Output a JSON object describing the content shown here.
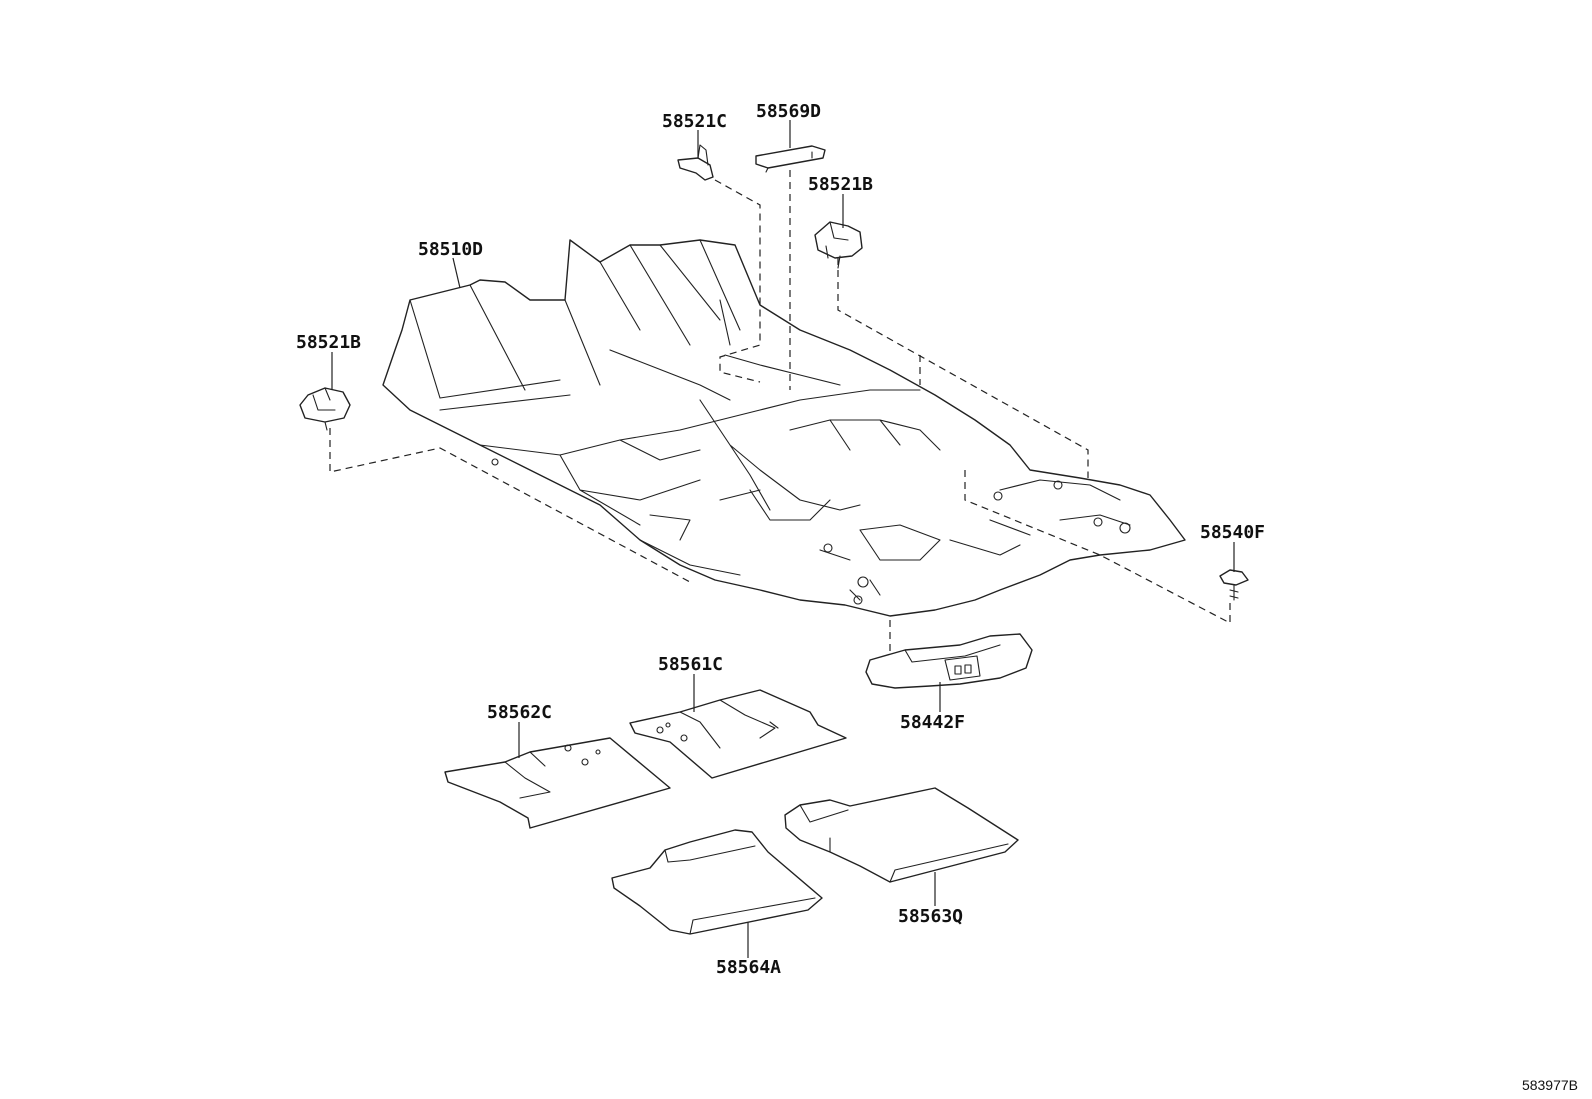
{
  "diagram": {
    "line_color": "#222222",
    "background": "#ffffff",
    "parts": [
      {
        "id": "p58521C_top",
        "label": "58521C"
      },
      {
        "id": "p58569D",
        "label": "58569D"
      },
      {
        "id": "p58521B_right",
        "label": "58521B"
      },
      {
        "id": "p58510D",
        "label": "58510D"
      },
      {
        "id": "p58521B_left",
        "label": "58521B"
      },
      {
        "id": "p58540F",
        "label": "58540F"
      },
      {
        "id": "p58561C",
        "label": "58561C"
      },
      {
        "id": "p58562C",
        "label": "58562C"
      },
      {
        "id": "p58442F",
        "label": "58442F"
      },
      {
        "id": "p58563Q",
        "label": "58563Q"
      },
      {
        "id": "p58564A",
        "label": "58564A"
      }
    ],
    "reference_code": "583977B"
  }
}
